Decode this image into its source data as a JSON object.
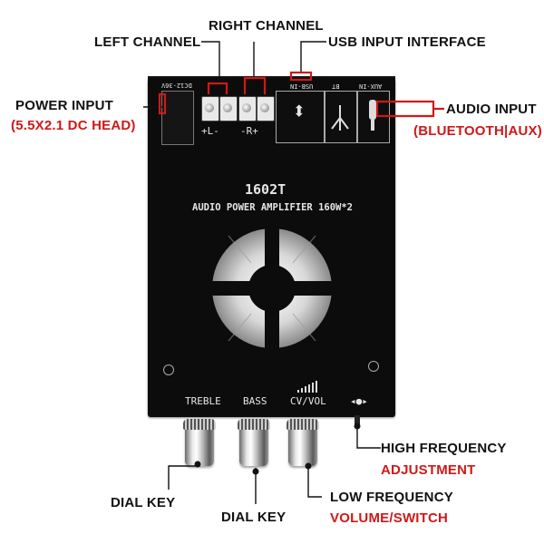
{
  "labels": {
    "left_channel": "LEFT CHANNEL",
    "right_channel": "RIGHT CHANNEL",
    "usb_input": "USB INPUT INTERFACE",
    "power_input": "POWER INPUT",
    "power_input_sub": "(5.5X2.1 DC HEAD)",
    "audio_input": "AUDIO INPUT",
    "audio_input_sub": "(BLUETOOTH|AUX)",
    "high_freq": "HIGH FREQUENCY",
    "high_freq_sub": "ADJUSTMENT",
    "dial_key_1": "DIAL KEY",
    "dial_key_2": "DIAL KEY",
    "low_freq": "LOW FREQUENCY",
    "low_freq_sub": "VOLUME/SWITCH"
  },
  "board": {
    "model": "1602T",
    "subtitle": "AUDIO POWER AMPLIFIER 160W*2",
    "dc_label": "DC12-36V",
    "usb_label": "USB-IN",
    "bt_label": "BT",
    "aux_label": "AUX-IN",
    "treble": "TREBLE",
    "bass": "BASS",
    "vol": "CV/VOL",
    "left_pol": "+L-",
    "right_pol": "-R+"
  },
  "colors": {
    "accent_red": "#d01818",
    "board": "#0c0c0c",
    "text": "#111111"
  }
}
